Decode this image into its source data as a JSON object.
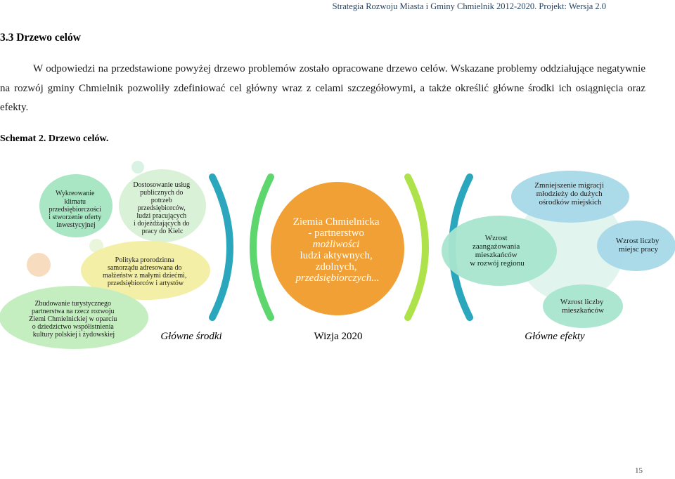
{
  "header": "Strategia Rozwoju Miasta i Gminy Chmielnik 2012-2020. Projekt: Wersja 2.0",
  "section_title": "3.3 Drzewo celów",
  "paragraph": "W odpowiedzi na przedstawione powyżej drzewo problemów zostało opracowane drzewo celów. Wskazane problemy oddziałujące negatywnie na rozwój gminy Chmielnik pozwoliły zdefiniować cel główny wraz z celami szczegółowymi, a także określić główne środki ich osiągnięcia oraz efekty.",
  "caption": "Schemat 2. Drzewo celów.",
  "diagram": {
    "means": {
      "climate": [
        "Wykreowanie",
        "klimatu",
        "przedsiębiorczości",
        "i stworzenie oferty",
        "inwestycyjnej"
      ],
      "services": [
        "Dostosowanie usług",
        "publicznych do",
        "potrzeb",
        "przedsiębiorców,",
        "ludzi pracujących",
        "i dojeżdżających do",
        "pracy do Kielc"
      ],
      "family": [
        "Polityka prorodzinna",
        "samorządu adresowana do",
        "małżeństw z małymi dziećmi,",
        "przedsiębiorców i artystów"
      ],
      "tourism": [
        "Zbudowanie turystycznego",
        "partnerstwa na rzecz rozwoju",
        "Ziemi Chmielnickiej w oparciu",
        "o dziedzictwo współistnienia",
        "kultury polskiej i żydowskiej"
      ]
    },
    "vision": {
      "line1": "Ziemia Chmielnicka",
      "line2": "- partnerstwo",
      "line3": "możliwości",
      "line4": "ludzi aktywnych,",
      "line5": "zdolnych,",
      "line6": "przedsiębiorczych..."
    },
    "effects": {
      "migration": [
        "Zmniejszenie migracji",
        "młodzieży do dużych",
        "ośrodków miejskich"
      ],
      "jobs": [
        "Wzrost liczby",
        "miejsc pracy"
      ],
      "residents_engagement": [
        "Wzrost",
        "zaangażowania",
        "mieszkańców",
        "w rozwój regionu"
      ],
      "residents_count": [
        "Wzrost liczby",
        "mieszkańców"
      ]
    },
    "labels": {
      "means": "Główne środki",
      "vision": "Wizja 2020",
      "effects": "Główne efekty"
    },
    "colors": {
      "green_light": "#a9e6c4",
      "yellow_light": "#f4efa6",
      "orange": "#f0a035",
      "teal": "#2aa7bd",
      "green": "#5cd66d",
      "lime": "#aee24a",
      "effect_blue": "#a6d8e8",
      "effect_green": "#a8e5cf",
      "small_circle": "#f6d9b5"
    }
  },
  "page_number": "15"
}
